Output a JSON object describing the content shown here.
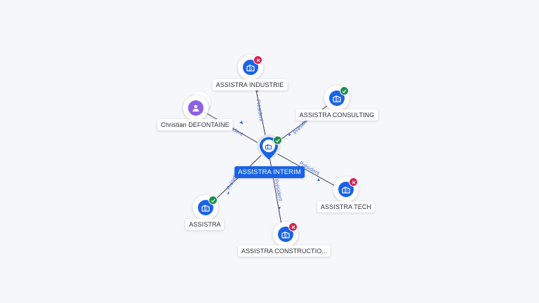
{
  "graph": {
    "center": {
      "label": "ASSISTRA INTERIM",
      "status": "ok",
      "icon": "building-icon"
    },
    "edge_label": "Président",
    "nodes": [
      {
        "id": "industrie",
        "label": "ASSISTRA INDUSTRIE",
        "status": "ko",
        "icon": "building-icon"
      },
      {
        "id": "consulting",
        "label": "ASSISTRA CONSULTING",
        "status": "ok",
        "icon": "building-icon"
      },
      {
        "id": "person",
        "label": "Christian DEFONTAINE",
        "status": "",
        "icon": "person-icon"
      },
      {
        "id": "tech",
        "label": "ASSISTRA TECH",
        "status": "ko",
        "icon": "building-icon"
      },
      {
        "id": "assistra",
        "label": "ASSISTRA",
        "status": "ok",
        "icon": "building-icon"
      },
      {
        "id": "construction",
        "label": "ASSISTRA CONSTRUCTIO...",
        "status": "ko",
        "icon": "building-icon"
      }
    ],
    "edge_labels": {
      "industrie": "Président",
      "consulting": "Président",
      "person": "Président",
      "tech": "Président",
      "assistra": "Président",
      "construction": "Président"
    },
    "colors": {
      "accent": "#1a63e8",
      "status_ok": "#1e8e4d",
      "status_ko": "#d6204e",
      "person": "#8e62e6"
    }
  }
}
